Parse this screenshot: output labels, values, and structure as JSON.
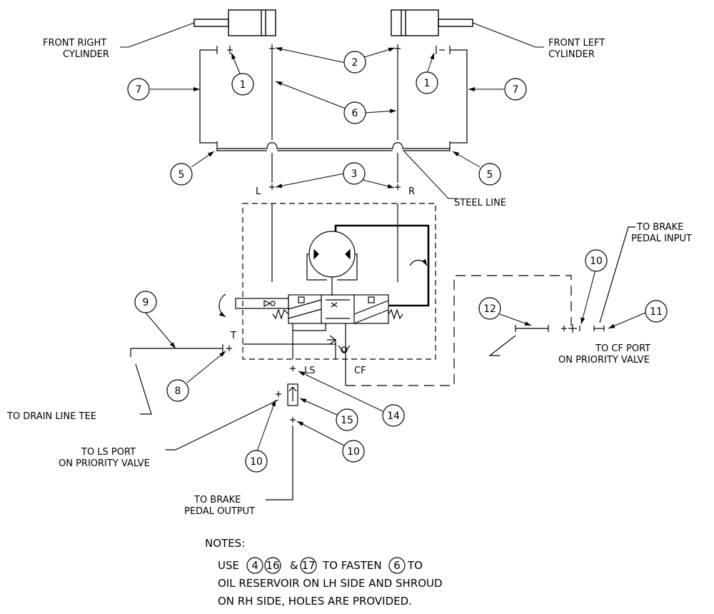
{
  "labels": {
    "front_right_1": "FRONT RIGHT",
    "front_right_2": "CYLINDER",
    "front_left_1": "FRONT LEFT",
    "front_left_2": "CYLINDER",
    "steel_line": "STEEL LINE",
    "port_l": "L",
    "port_r": "R",
    "port_t": "T",
    "port_ls": "LS",
    "port_cf": "CF",
    "brake_input_1": "TO BRAKE",
    "brake_input_2": "PEDAL INPUT",
    "cf_port_1": "TO CF PORT",
    "cf_port_2": "ON PRIORITY VALVE",
    "drain": "TO DRAIN LINE TEE",
    "ls_port_1": "TO LS PORT",
    "ls_port_2": "ON PRIORITY VALVE",
    "brake_output_1": "TO BRAKE",
    "brake_output_2": "PEDAL OUTPUT"
  },
  "callouts": {
    "c1a": "1",
    "c1b": "1",
    "c2": "2",
    "c3": "3",
    "c5a": "5",
    "c5b": "5",
    "c6": "6",
    "c7a": "7",
    "c7b": "7",
    "c8": "8",
    "c9": "9",
    "c10a": "10",
    "c10b": "10",
    "c10c": "10",
    "c11": "11",
    "c12": "12",
    "c14": "14",
    "c15": "15"
  },
  "notes": {
    "heading": "NOTES:",
    "l1_use": "USE",
    "l1_c4": "4",
    "l1_c16": "16",
    "l1_amp": "&",
    "l1_c17": "17",
    "l1_to_fasten": "TO FASTEN",
    "l1_c6": "6",
    "l1_to": "TO",
    "line2": "OIL RESERVOIR ON LH SIDE AND SHROUD",
    "line3": "ON RH SIDE, HOLES ARE PROVIDED."
  }
}
